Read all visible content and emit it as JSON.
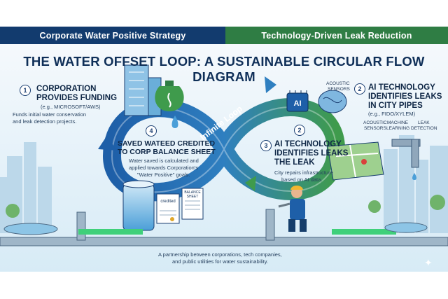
{
  "banners": {
    "left": "Corporate Water Positive Strategy",
    "right": "Technology-Driven Leak Reduction"
  },
  "title": "THE WATER OFFSET LOOP: A SUSTAINABLE CIRCULAR FLOW DIAGRAM",
  "loop_label": "Infinite Loop",
  "steps": {
    "s1": {
      "number": "1",
      "heading_line1": "CORPORATION",
      "heading_line2": "PROVIDES FUNDING",
      "example": "(e.g., MICROSOFT/AWS)",
      "detail_line1": "Funds initial water conservation",
      "detail_line2": "and leak detection projects."
    },
    "s2": {
      "number": "2",
      "heading_line1": "AI TECHNOLOGY",
      "heading_line2": "IDENTIFIES LEAKS",
      "heading_line3": "IN CITY PIPES",
      "example": "(e.g., FIDO/XYLEM)"
    },
    "s3": {
      "number": "3",
      "heading_line1": "AI TECHNOLOGY",
      "heading_line2": "IDENTIFIES LEAKS",
      "heading_line3": "THE LEAK",
      "detail_line1": "City repairs infrastructure",
      "detail_line2": "based on AI data."
    },
    "s4": {
      "number": "4",
      "heading_line1": "SAVED WATEED CREDITED",
      "heading_line2": "TO CORP BALANCE SHEET",
      "detail_line1": "Water saved is calculated and",
      "detail_line2": "applied towards Corporation's",
      "detail_line3": "\"Water Positive\" goals."
    }
  },
  "center_number": "2",
  "icon_labels": {
    "ai_chip": "AI",
    "acoustic_top_1": "ACOUSTIC",
    "acoustic_top_2": "SENSORS",
    "acoustic_1": "ACOUSTIC",
    "acoustic_2": "SENSORS",
    "machine_1": "MACHINE",
    "machine_2": "LEARNING",
    "leak_1": "LEAK",
    "leak_2": "DETECTION",
    "credited": "credited",
    "balance_1": "BALANCE",
    "balance_2": "SHEET"
  },
  "footer_line1": "A partnership between corporations, tech companies,",
  "footer_line2": "and public utilities for water sustainability.",
  "colors": {
    "navy": "#123b6e",
    "green": "#2f7d44",
    "loop_blue": "#1e5fa8",
    "loop_green": "#3f9b4c"
  }
}
